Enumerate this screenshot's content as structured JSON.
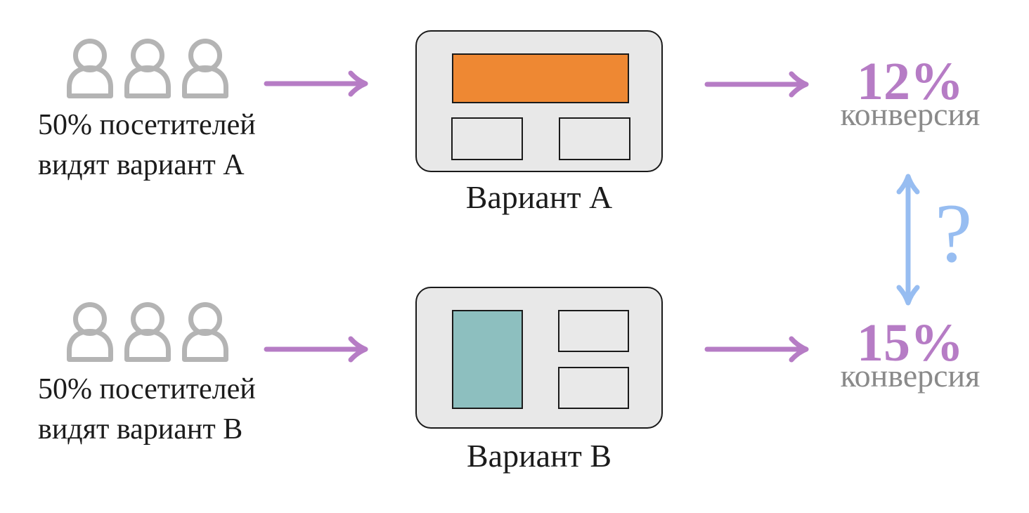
{
  "colors": {
    "purple_accent": "#b67cc5",
    "blue_accent": "#97bdf1",
    "orange_block": "#ee8833",
    "teal_block": "#8dbfbf",
    "card_background": "#e8e8e8",
    "card_border": "#1a1a1a",
    "icon_gray": "#b4b4b4",
    "text_black": "#1b1b1b",
    "text_gray": "#8a8a8a"
  },
  "variant_a": {
    "audience_line1": "50% посетителей",
    "audience_line2": "видят вариант A",
    "card_label": "Вариант A",
    "conversion_value": "12%",
    "conversion_label": "конверсия"
  },
  "variant_b": {
    "audience_line1": "50% посетителей",
    "audience_line2": "видят вариант B",
    "card_label": "Вариант B",
    "conversion_value": "15%",
    "conversion_label": "конверсия"
  },
  "comparison": {
    "question_mark": "?"
  }
}
